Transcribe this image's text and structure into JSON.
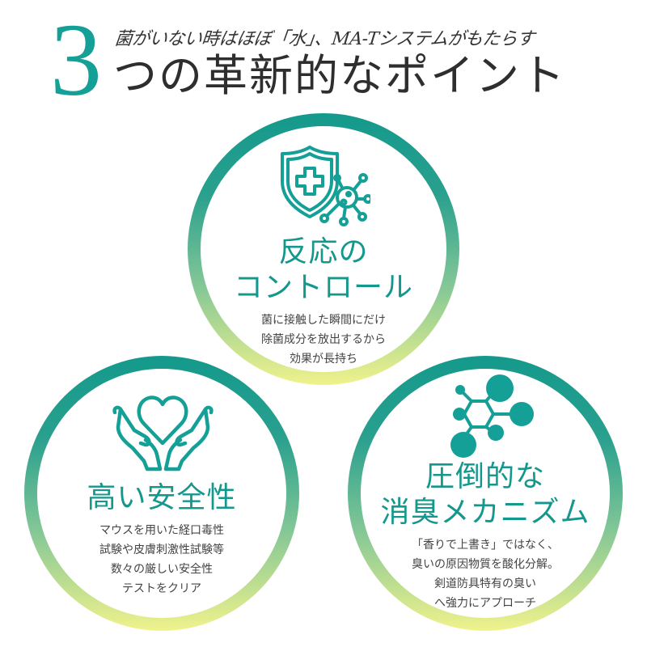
{
  "header": {
    "number": "3",
    "subtitle": "菌がいない時はほぼ「水」、MA-Tシステムがもたらす",
    "title": "つの革新的なポイント"
  },
  "colors": {
    "accent": "#14a096",
    "ring_top": "#14998c",
    "ring_bottom": "#f0f28c",
    "title_text": "#2e2e2e",
    "body_text": "#444444"
  },
  "points": [
    {
      "icon": "shield-virus-icon",
      "title_lines": [
        "反応の",
        "コントロール"
      ],
      "desc_lines": [
        "菌に接触した瞬間にだけ",
        "除菌成分を放出するから",
        "効果が長持ち"
      ]
    },
    {
      "icon": "hands-heart-icon",
      "title_lines": [
        "高い安全性"
      ],
      "desc_lines": [
        "マウスを用いた経口毒性",
        "試験や皮膚刺激性試験等",
        "数々の厳しい安全性",
        "テストをクリア"
      ]
    },
    {
      "icon": "molecule-icon",
      "title_lines": [
        "圧倒的な",
        "消臭メカニズム"
      ],
      "desc_lines": [
        "「香りで上書き」ではなく、",
        "臭いの原因物質を酸化分解。",
        "剣道防具特有の臭い",
        "へ強力にアプローチ"
      ]
    }
  ]
}
